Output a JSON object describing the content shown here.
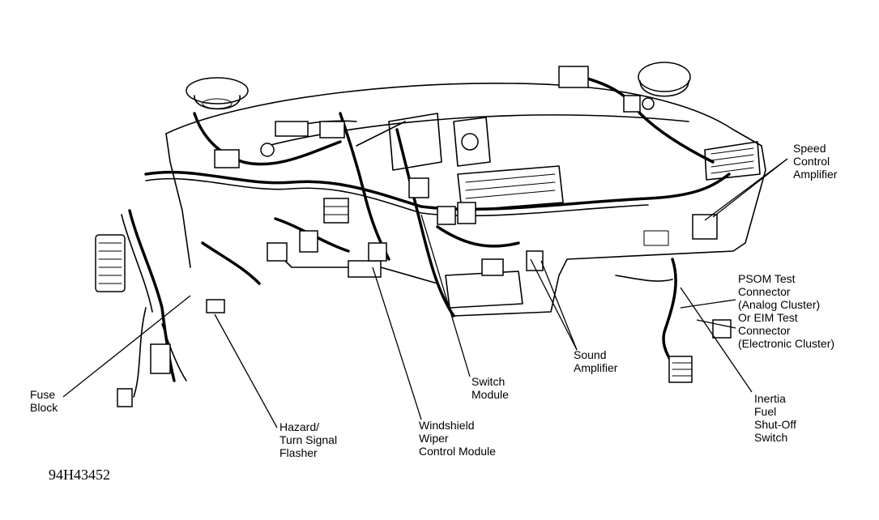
{
  "figure_id": "94H43452",
  "labels": {
    "speed_control_amplifier": [
      "Speed",
      "Control",
      "Amplifier"
    ],
    "psom_test_connector": [
      "PSOM Test",
      "Connector",
      "(Analog Cluster)",
      "Or EIM Test",
      "Connector",
      "(Electronic Cluster)"
    ],
    "sound_amplifier": [
      "Sound",
      "Amplifier"
    ],
    "inertia_fuel_shutoff_switch": [
      "Inertia",
      "Fuel",
      "Shut-Off",
      "Switch"
    ],
    "switch_module": [
      "Switch",
      "Module"
    ],
    "windshield_wiper_control_module": [
      "Windshield",
      "Wiper",
      "Control Module"
    ],
    "hazard_turn_signal_flasher": [
      "Hazard/",
      "Turn Signal",
      "Flasher"
    ],
    "fuse_block": [
      "Fuse",
      "Block"
    ]
  }
}
